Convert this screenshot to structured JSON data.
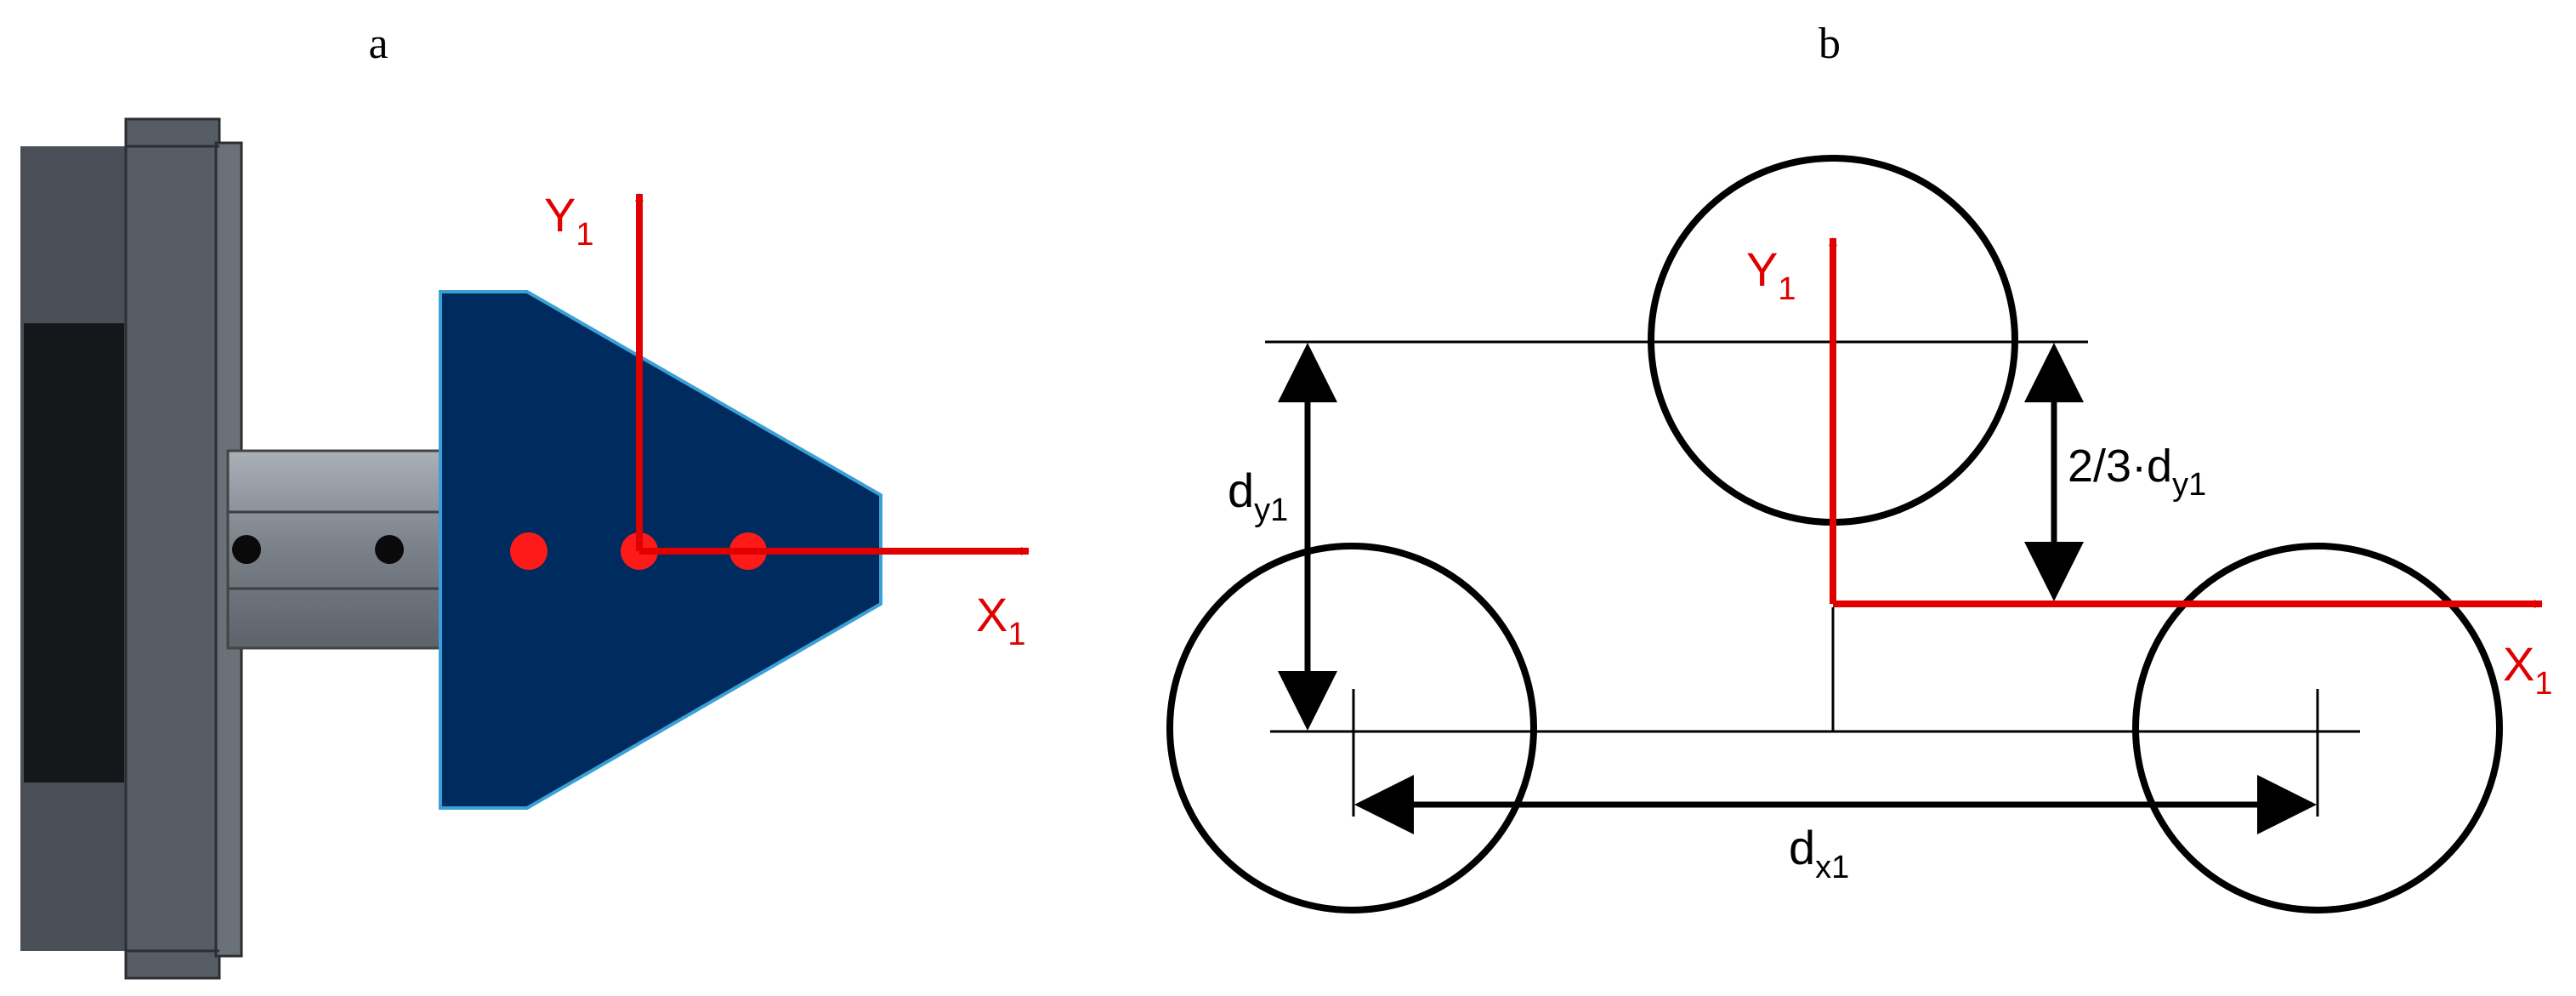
{
  "panels": {
    "a": {
      "label": "a"
    },
    "b": {
      "label": "b"
    }
  },
  "axes": {
    "y_main": "Y",
    "x_main": "X",
    "sub": "1"
  },
  "dimensions": {
    "d_main": "d",
    "dy_sub": "y1",
    "dx_sub": "x1",
    "two_thirds_prefix": "2/3·d"
  },
  "colors": {
    "axis": "#e00000",
    "body_blue": "#002b5e",
    "body_edge": "#3aa0d8",
    "steel_dark": "#4a4f57",
    "steel_mid": "#6e747c",
    "steel_light": "#9aa0a8",
    "black": "#000000"
  }
}
